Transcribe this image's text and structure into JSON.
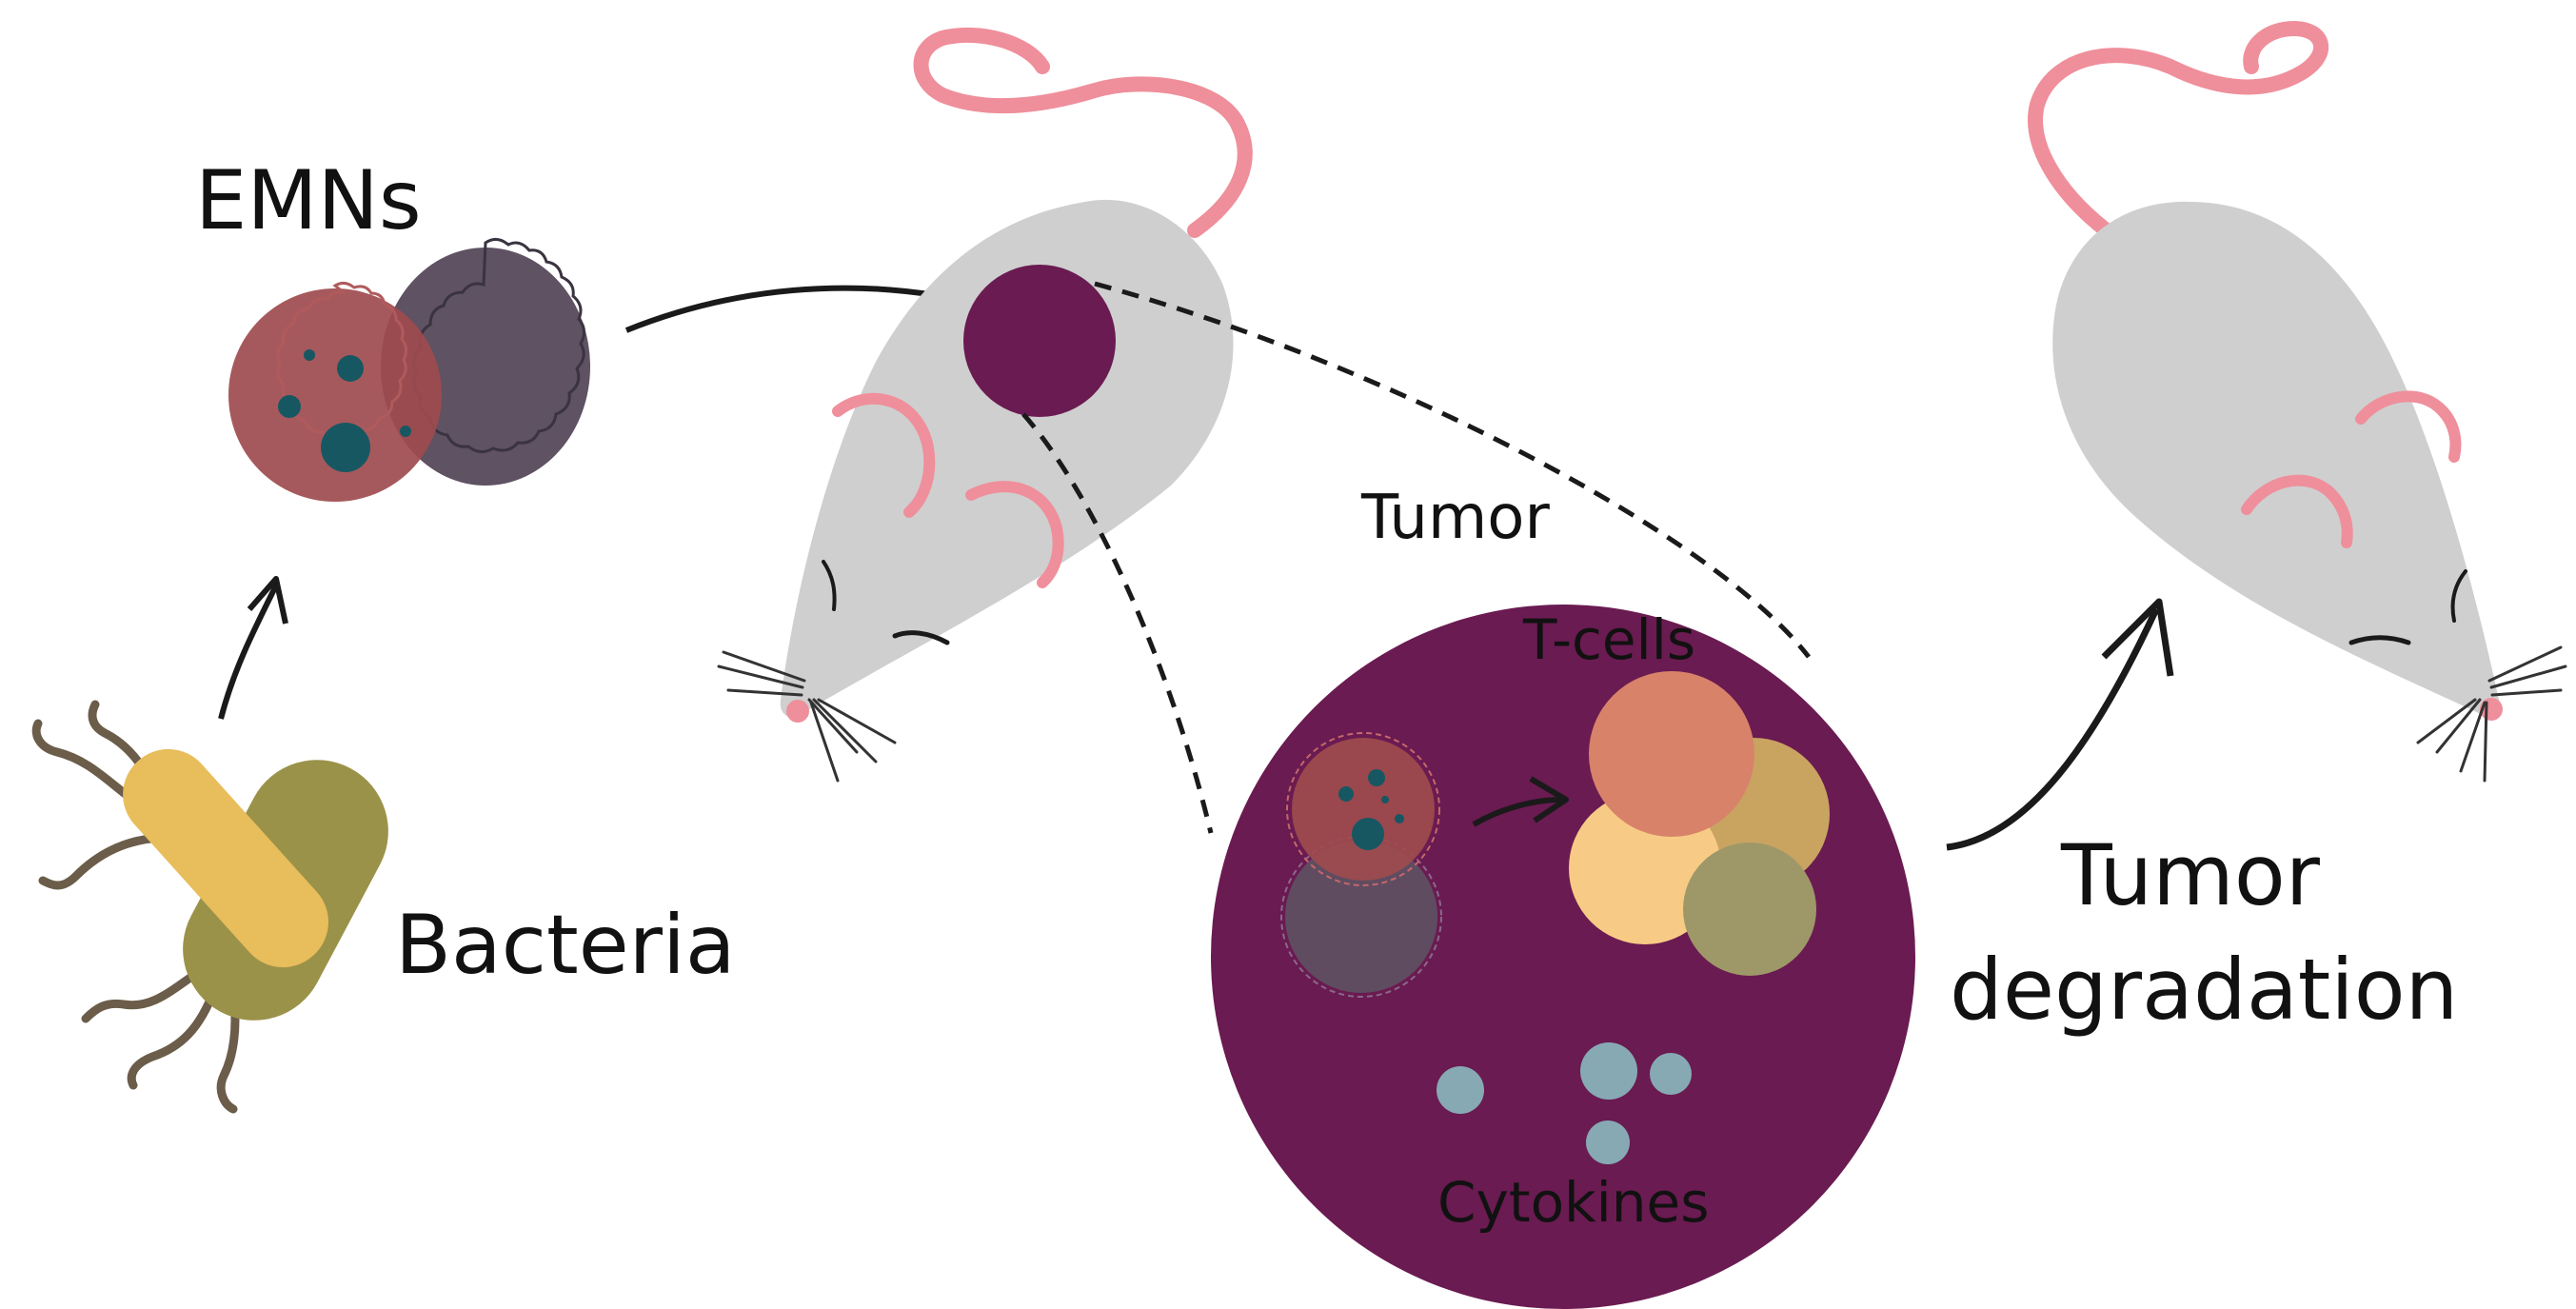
{
  "labels": {
    "emns": "EMNs",
    "bacteria": "Bacteria",
    "tumor": "Tumor",
    "tcells": "T-cells",
    "cytokines": "Cytokines",
    "outcome_line1": "Tumor",
    "outcome_line2": "degradation"
  },
  "colors": {
    "mouse_body": "#cfcfcf",
    "mouse_pink": "#ef8f9b",
    "tumor": "#6a1b51",
    "emn_outer": "#5f5263",
    "emn_inner": "#9e4b4e",
    "emn_dots": "#175762",
    "bacteria_yellow": "#e8bd5b",
    "bacteria_olive": "#9b9249",
    "tcell_1": "#d8826a",
    "tcell_2": "#c9a461",
    "tcell_3": "#f7cb85",
    "tcell_4": "#9e9869",
    "cytokine": "#87a9b4",
    "arrow": "#1a1a1a"
  },
  "icons": [
    "bacteria-icon",
    "emn-cell-icon",
    "mouse-icon",
    "tumor-icon",
    "t-cell-icon",
    "cytokine-icon",
    "arrow-icon"
  ]
}
